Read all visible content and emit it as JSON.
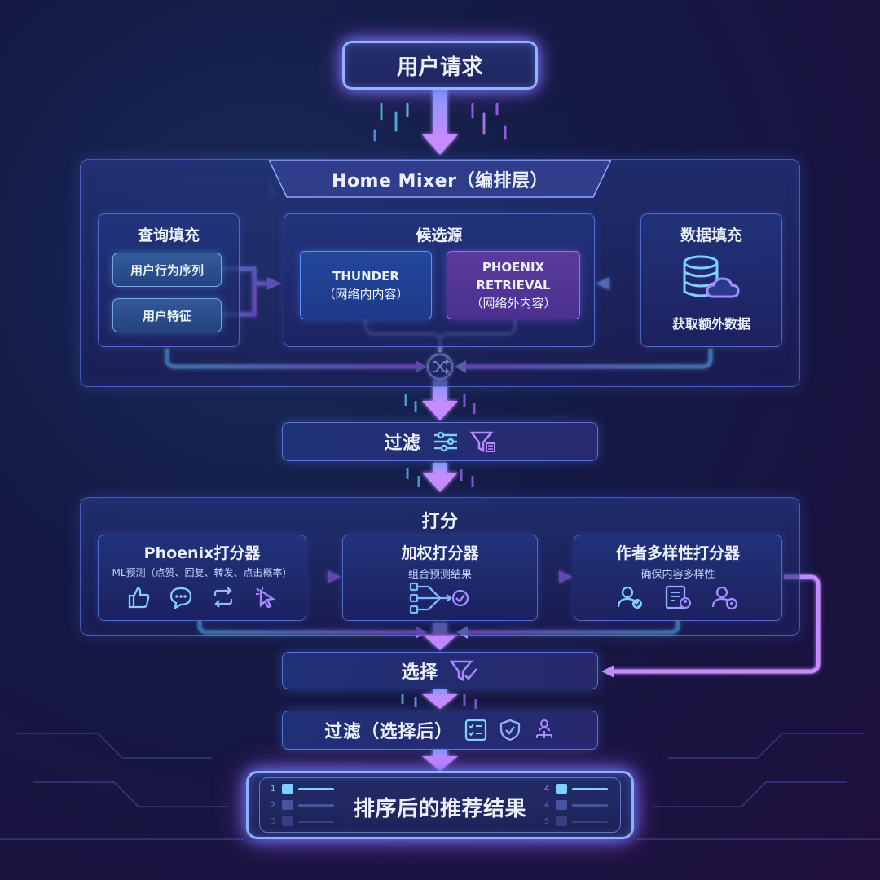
{
  "top": {
    "label": "用户请求"
  },
  "home_mixer": {
    "title": "Home Mixer（编排层）",
    "query_fill": {
      "title": "查询填充",
      "items": [
        "用户行为序列",
        "用户特征"
      ]
    },
    "candidate_source": {
      "title": "候选源",
      "thunder": {
        "name": "THUNDER",
        "sub": "（网络内内容）"
      },
      "phoenix": {
        "name_line1": "PHOENIX",
        "name_line2": "RETRIEVAL",
        "sub": "（网络外内容）"
      }
    },
    "data_fill": {
      "title": "数据填充",
      "sub": "获取额外数据"
    }
  },
  "filter1": {
    "label": "过滤"
  },
  "scoring": {
    "title": "打分",
    "phoenix_scorer": {
      "title": "Phoenix打分器",
      "sub": "ML预测（点赞、回复、转发、点击概率）"
    },
    "weighted_scorer": {
      "title": "加权打分器",
      "sub": "组合预测结果"
    },
    "diversity_scorer": {
      "title": "作者多样性打分器",
      "sub": "确保内容多样性"
    }
  },
  "select": {
    "label": "选择"
  },
  "filter2": {
    "label": "过滤（选择后）"
  },
  "result": {
    "label": "排序后的推荐结果",
    "left_ranks": [
      "1",
      "2",
      "3"
    ],
    "right_ranks": [
      "4",
      "4",
      "5"
    ]
  },
  "colors": {
    "accent_blue": "#5fc8ff",
    "accent_purple": "#b06cff",
    "text": "#eaf0ff"
  }
}
